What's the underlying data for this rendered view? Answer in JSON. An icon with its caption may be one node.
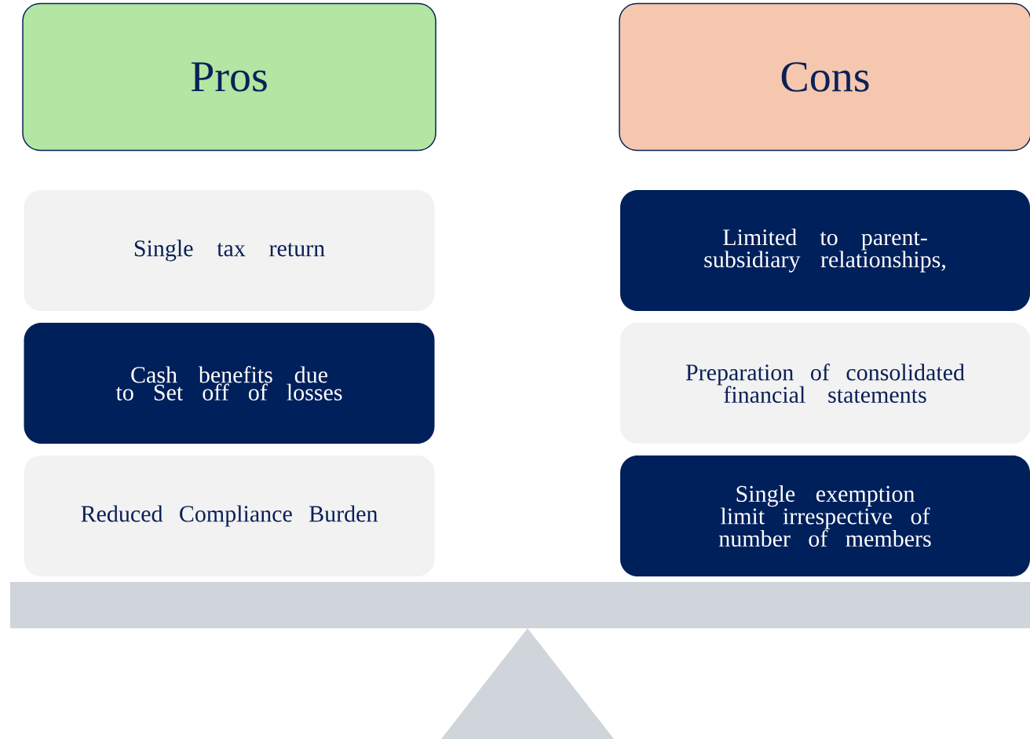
{
  "diagram": {
    "nodes": [
      {
        "text": [
          "Pros"
        ]
      },
      {
        "text": [
          "Cons"
        ]
      },
      {
        "text": [
          "Single tax return"
        ]
      },
      {
        "text": [
          "Limited to parent-subsidiary relationships,"
        ]
      },
      {
        "text": [
          "Cash benefits due to Set off of losses"
        ]
      },
      {
        "text": [
          "Preparation of consolidated financial statements"
        ]
      },
      {
        "text": [
          "Reduced Compliance Burden"
        ]
      },
      {
        "text": [
          "Single exemption limit irrespective of number of members"
        ]
      }
    ]
  }
}
